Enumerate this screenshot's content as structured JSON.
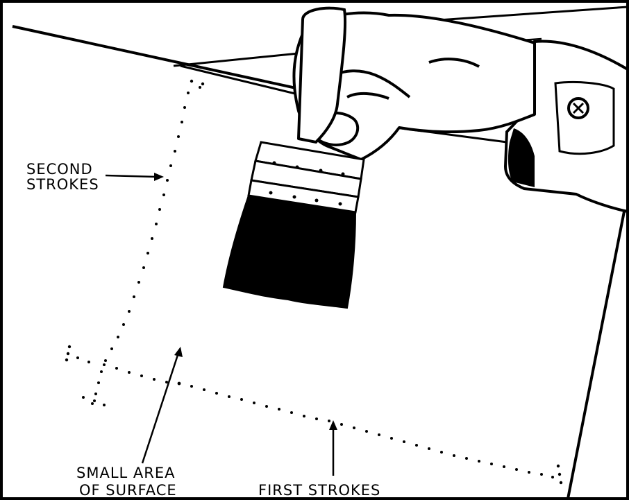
{
  "labels": {
    "second_strokes_line1": "SECOND",
    "second_strokes_line2": "STROKES",
    "small_area_line1": "SMALL AREA",
    "small_area_line2": "OF SURFACE",
    "first_strokes": "FIRST STROKES"
  }
}
